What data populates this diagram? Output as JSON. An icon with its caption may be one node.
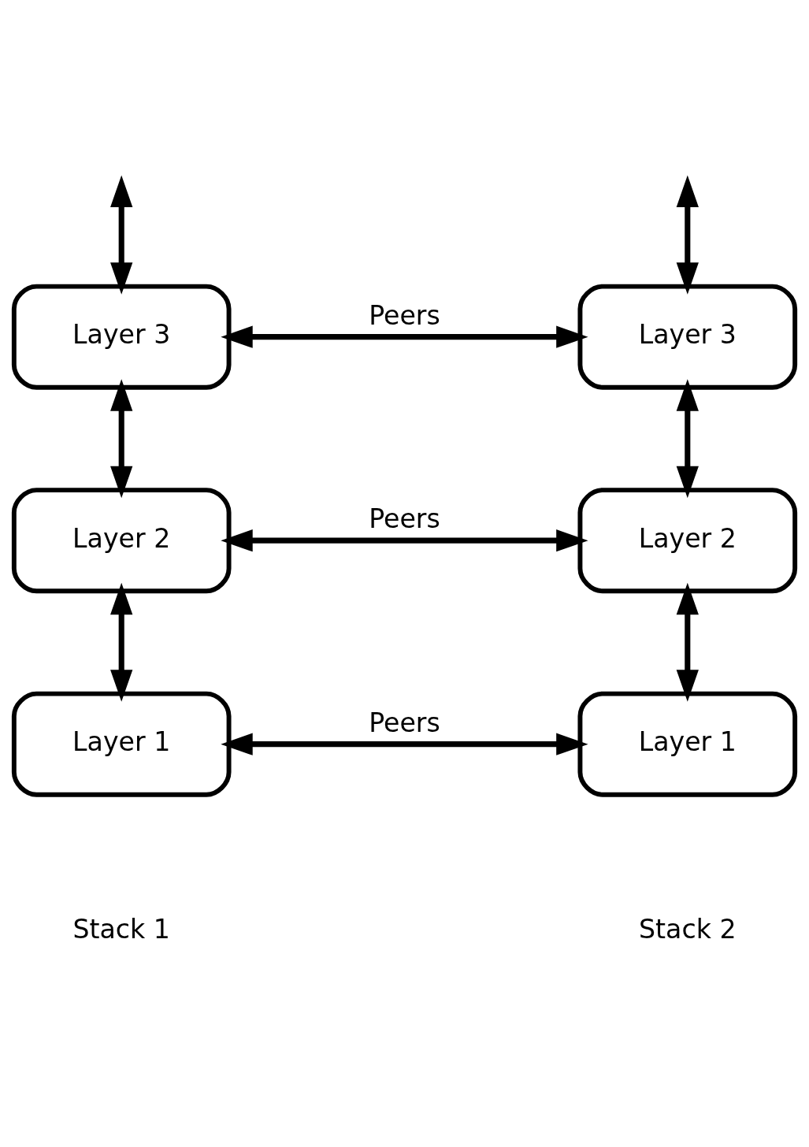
{
  "diagram": {
    "nodes": [
      {
        "text": [
          "Layer 3"
        ]
      },
      {
        "text": [
          "Layer 3"
        ]
      },
      {
        "text": [
          "Layer 2"
        ]
      },
      {
        "text": [
          "Layer 2"
        ]
      },
      {
        "text": [
          "Layer 1"
        ]
      },
      {
        "text": [
          "Layer 1"
        ]
      }
    ],
    "edges": [
      {
        "from": null,
        "to": 0,
        "arrow": "both"
      },
      {
        "from": null,
        "to": 1,
        "arrow": "both"
      },
      {
        "from": 0,
        "to": 1,
        "arrow": "both",
        "label": "Peers"
      },
      {
        "from": 0,
        "to": 2,
        "arrow": "both"
      },
      {
        "from": 1,
        "to": 3,
        "arrow": "both"
      },
      {
        "from": 2,
        "to": 3,
        "arrow": "both",
        "label": "Peers"
      },
      {
        "from": 2,
        "to": 4,
        "arrow": "both"
      },
      {
        "from": 3,
        "to": 5,
        "arrow": "both"
      },
      {
        "from": 4,
        "to": 5,
        "arrow": "both",
        "label": "Peers"
      }
    ],
    "labels": [
      "Stack 1",
      "Stack 2"
    ]
  }
}
